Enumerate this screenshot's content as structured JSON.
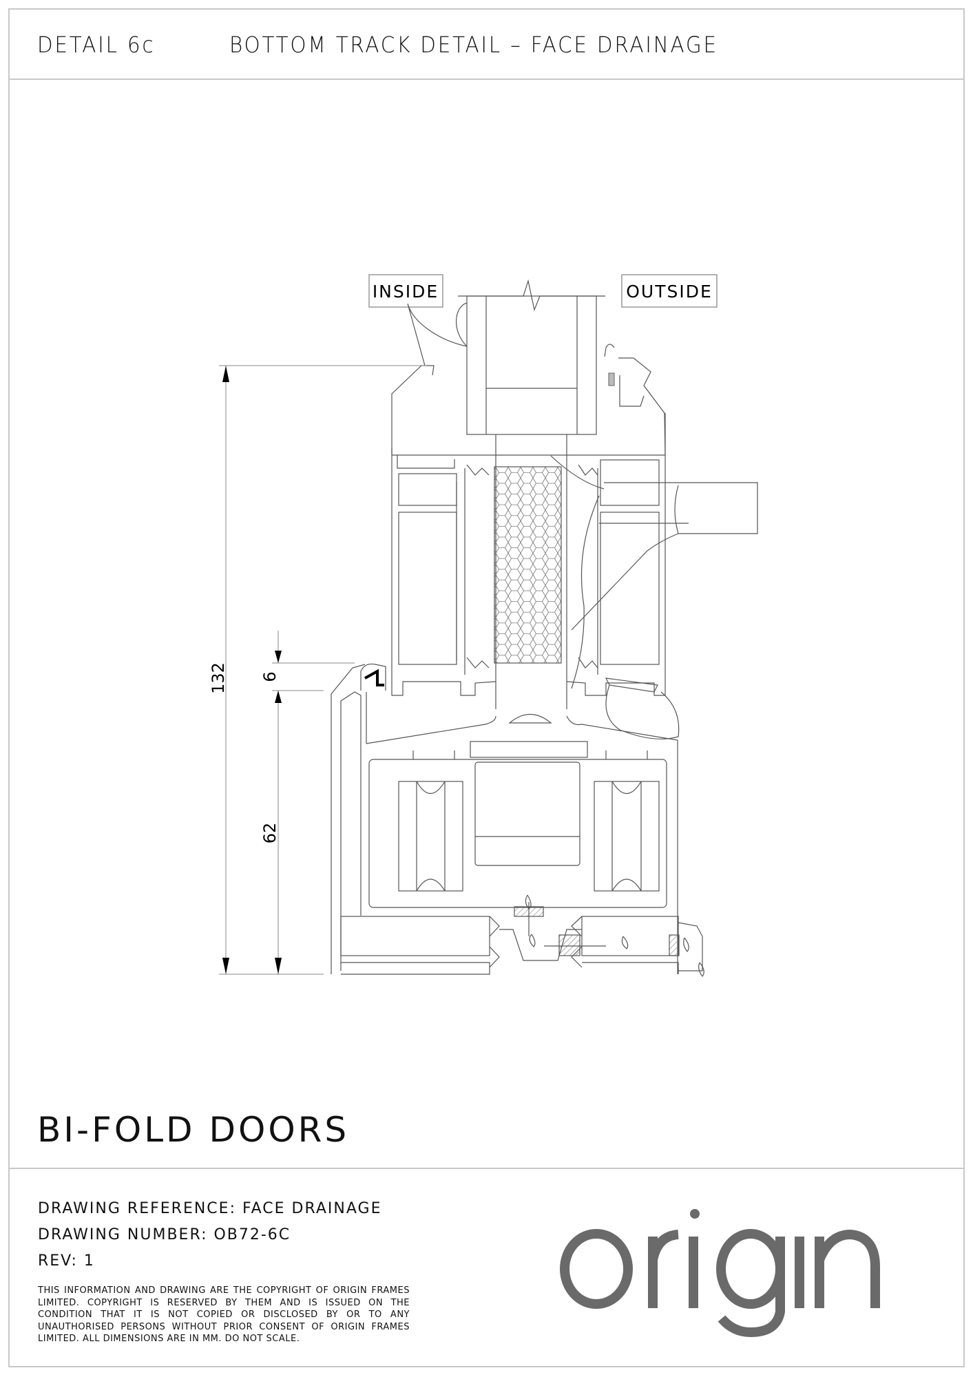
{
  "header": {
    "detail_id": "DETAIL 6c",
    "detail_title": "BOTTOM TRACK DETAIL – FACE DRAINAGE"
  },
  "drawing": {
    "label_inside": "INSIDE",
    "label_outside": "OUTSIDE",
    "dim_overall": "132",
    "dim_upstand": "6",
    "dim_track": "62"
  },
  "product": "BI-FOLD DOORS",
  "footer": {
    "reference": "DRAWING REFERENCE: FACE DRAINAGE",
    "number": "DRAWING NUMBER: OB72-6C",
    "revision": "REV: 1",
    "copyright": "THIS INFORMATION AND DRAWING ARE THE COPYRIGHT OF ORIGIN FRAMES LIMITED. COPYRIGHT IS RESERVED BY THEM AND IS ISSUED ON THE CONDITION THAT IT IS NOT COPIED OR DISCLOSED BY OR TO ANY UNAUTHORISED PERSONS WITHOUT PRIOR CONSENT OF ORIGIN FRAMES LIMITED. ALL DIMENSIONS ARE IN MM. DO NOT SCALE."
  },
  "logo": {
    "text": "origin",
    "color": "#6a6a6a"
  }
}
